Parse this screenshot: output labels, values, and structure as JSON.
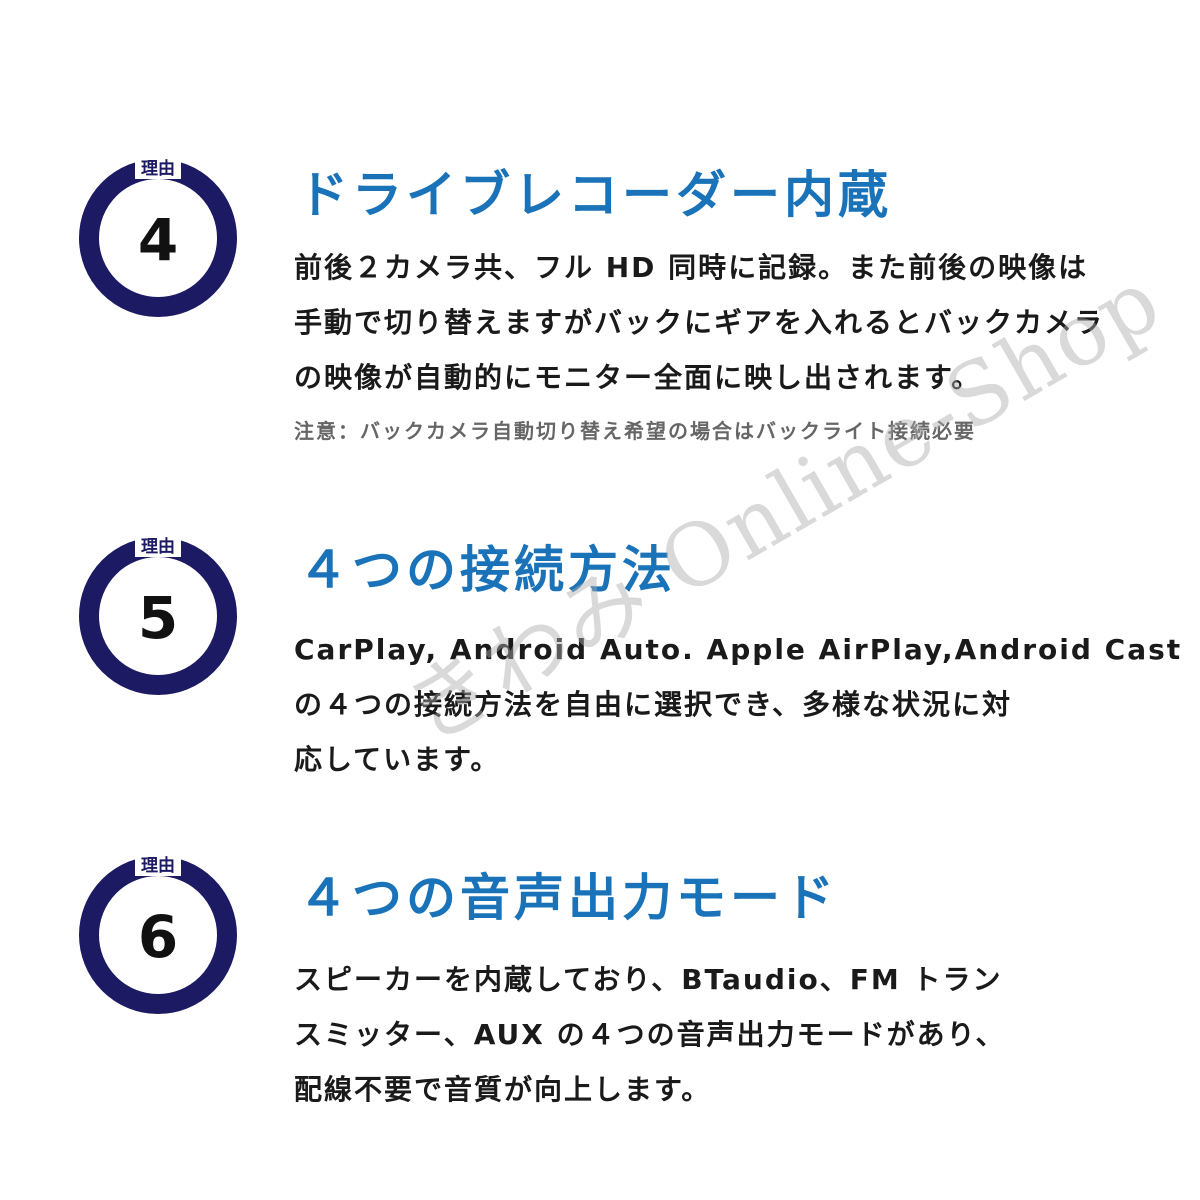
{
  "sections": [
    {
      "tag": "理由",
      "number": "4",
      "heading": "ドライブレコーダー内蔵",
      "lines": [
        "前後２カメラ共、フル HD 同時に記録。また前後の映像は",
        "手動で切り替えますがバックにギアを入れるとバックカメラ",
        "の映像が自動的にモニター全面に映し出されます。"
      ],
      "note": "注意：バックカメラ自動切り替え希望の場合はバックライト接続必要"
    },
    {
      "tag": "理由",
      "number": "5",
      "heading": "４つの接続方法",
      "lines": [
        "CarPlay, Android Auto. Apple AirPlay,Android Cast",
        "の４つの接続方法を自由に選択でき、多様な状況に対",
        "応しています。"
      ]
    },
    {
      "tag": "理由",
      "number": "6",
      "heading": "４つの音声出力モード",
      "lines": [
        "スピーカーを内蔵しており、BTaudio、FM トラン",
        "スミッター、AUX の４つの音声出力モードがあり、",
        "配線不要で音質が向上します。"
      ]
    }
  ],
  "watermark": "きわみ Online-Shop",
  "colors": {
    "ring": "#1c1a63",
    "heading": "#1a73b8",
    "text": "#1a1a1a",
    "note": "#666666"
  }
}
